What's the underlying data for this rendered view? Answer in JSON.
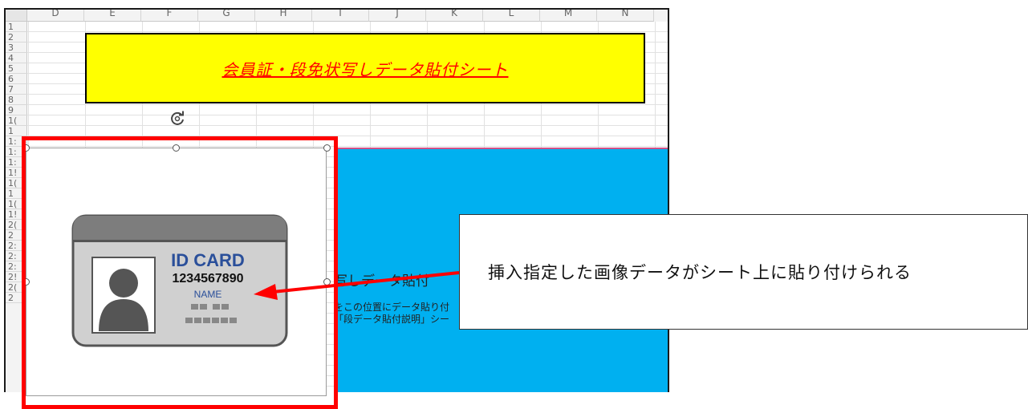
{
  "sheet": {
    "columns": [
      "D",
      "E",
      "F",
      "G",
      "H",
      "I",
      "J",
      "K",
      "L",
      "M",
      "N"
    ],
    "rows": [
      "1",
      "2",
      "3",
      "4",
      "5",
      "6",
      "7",
      "8",
      "9",
      "1(",
      "1",
      "1:",
      "1:",
      "1:",
      "1!",
      "1(",
      "1",
      "1(",
      "1!",
      "2(",
      "2",
      "2:",
      "2:",
      "2:",
      "2!",
      "2(",
      "2"
    ]
  },
  "title": "会員証・段免状写しデータ貼付シート",
  "blue_area": {
    "heading": "写しデータ貼付",
    "line1": "をこの位置にデータ貼り付",
    "line2": "「段データ貼付説明」シー"
  },
  "id_card": {
    "title": "ID CARD",
    "number": "1234567890",
    "name": "NAME",
    "colors": {
      "card_border": "#555555",
      "card_fill": "#d0d0d0",
      "title": "#2a4f9a",
      "avatar": "#555555"
    }
  },
  "callout": {
    "text": "挿入指定した画像データがシート上に貼り付けられる"
  },
  "colors": {
    "highlight": "#ff0000",
    "title_bg": "#ffff00",
    "blue_area": "#00b0f0"
  }
}
